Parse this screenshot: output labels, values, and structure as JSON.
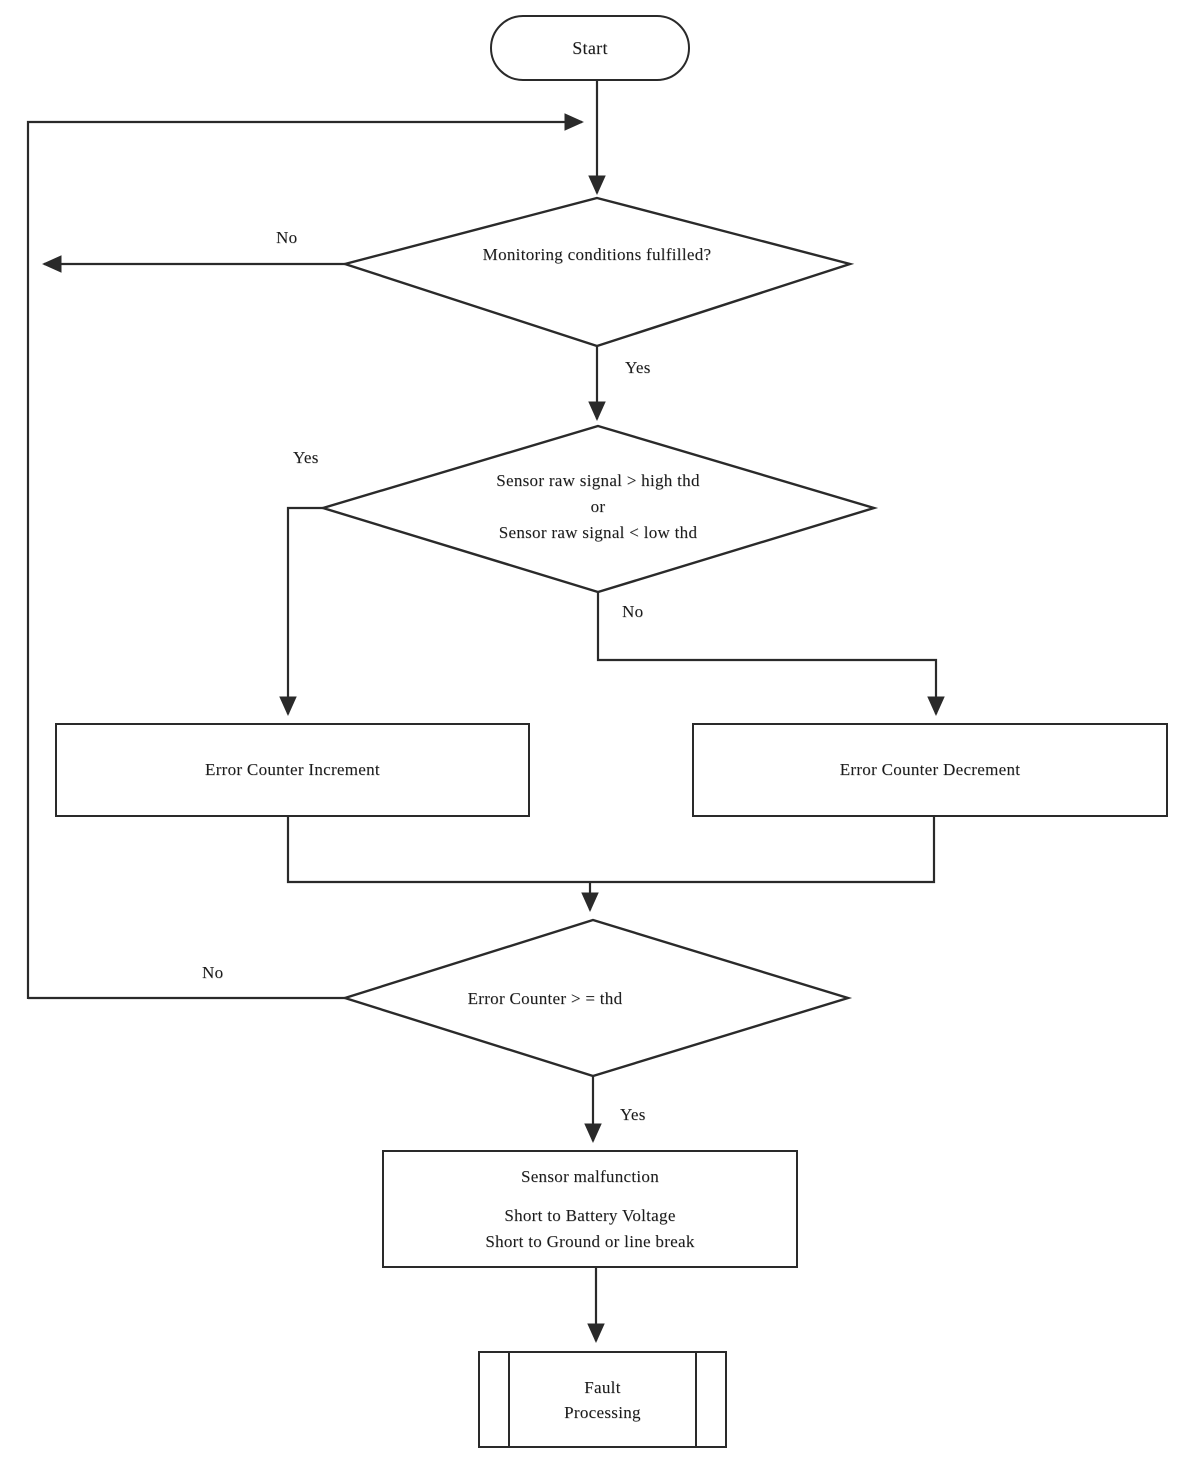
{
  "diagram": {
    "background_color": "#ffffff",
    "line_color": "#2a2a2a",
    "text_color": "#1c1c1c",
    "nodes": {
      "start": {
        "label": "Start"
      },
      "monitoring_decision": {
        "label": "Monitoring conditions fulfilled?"
      },
      "signal_decision": {
        "line1": "Sensor raw signal > high thd",
        "line2": "or",
        "line3": "Sensor raw signal < low thd"
      },
      "error_counter_increment": {
        "label": "Error Counter Increment"
      },
      "error_counter_decrement": {
        "label": "Error Counter Decrement"
      },
      "counter_threshold_decision": {
        "label": "Error Counter > = thd"
      },
      "sensor_malfunction": {
        "line1": "Sensor malfunction",
        "line2": "Short to Battery Voltage",
        "line3": "Short to Ground or line break"
      },
      "fault_processing": {
        "line1": "Fault",
        "line2": "Processing"
      }
    },
    "edge_labels": {
      "monitoring_no": "No",
      "monitoring_yes": "Yes",
      "signal_yes": "Yes",
      "signal_no": "No",
      "counter_no": "No",
      "counter_yes": "Yes"
    }
  }
}
